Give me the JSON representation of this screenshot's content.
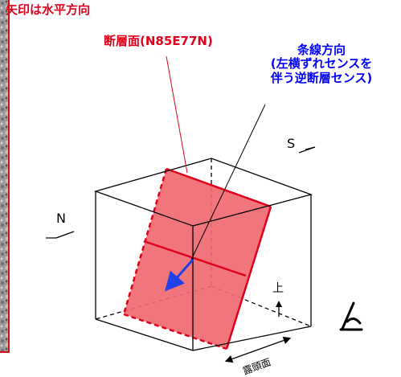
{
  "labels": {
    "top_caption": "矢印は水平方向",
    "fault_plane": "断層面(N85E77N)",
    "striation_title": "条線方向",
    "striation_sub1": "(左横ずれセンスを",
    "striation_sub2": "伴う逆断層センス)",
    "south": "S",
    "north": "N",
    "up": "上",
    "outcrop_face": "露頭面"
  },
  "colors": {
    "fault_fill": "#f06a70",
    "fault_edge": "#e0001b",
    "striation_arrow": "#2040e8",
    "photo_border": "#d01010",
    "text_red": "#e0001b",
    "text_blue": "#0000ff"
  },
  "icons": {
    "viewer": "eye-icon",
    "up_arrow": "up-arrow-icon"
  }
}
